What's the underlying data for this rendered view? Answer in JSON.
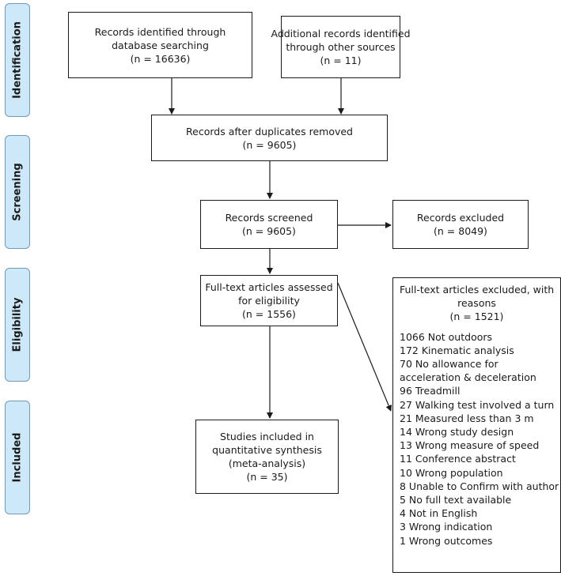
{
  "phases": {
    "identification": "Identification",
    "screening": "Screening",
    "eligibility": "Eligibility",
    "included": "Included"
  },
  "boxes": {
    "db_records": {
      "line1": "Records identified through",
      "line2": "database searching",
      "line3": "(n =  16636)"
    },
    "other_records": {
      "line1": "Additional records identified",
      "line2": "through other sources",
      "line3": "(n = 11)"
    },
    "after_duplicates": {
      "line1": "Records after duplicates removed",
      "line2": "(n = 9605)"
    },
    "screened": {
      "line1": "Records screened",
      "line2": "(n =  9605)"
    },
    "excluded": {
      "line1": "Records excluded",
      "line2": "(n =  8049)"
    },
    "full_text": {
      "line1": "Full-text articles assessed",
      "line2": "for eligibility",
      "line3": "(n =  1556)"
    },
    "included": {
      "line1": "Studies included in",
      "line2": "quantitative synthesis",
      "line3": "(meta-analysis)",
      "line4": "(n = 35)"
    }
  },
  "full_text_excluded": {
    "line1": "Full-text articles excluded, with",
    "line2": "reasons",
    "line3": "(n =  1521)",
    "reasons": [
      "1066 Not outdoors",
      "172 Kinematic analysis",
      "70 No allowance for",
      "acceleration & deceleration",
      "96 Treadmill",
      "27 Walking test involved a turn",
      "21 Measured less than 3 m",
      "14 Wrong study design",
      "13 Wrong measure of speed",
      "11 Conference abstract",
      "10 Wrong population",
      "8 Unable to Confirm with author",
      "5 No full text available",
      "4 Not in English",
      "3 Wrong indication",
      "1 Wrong outcomes"
    ]
  }
}
